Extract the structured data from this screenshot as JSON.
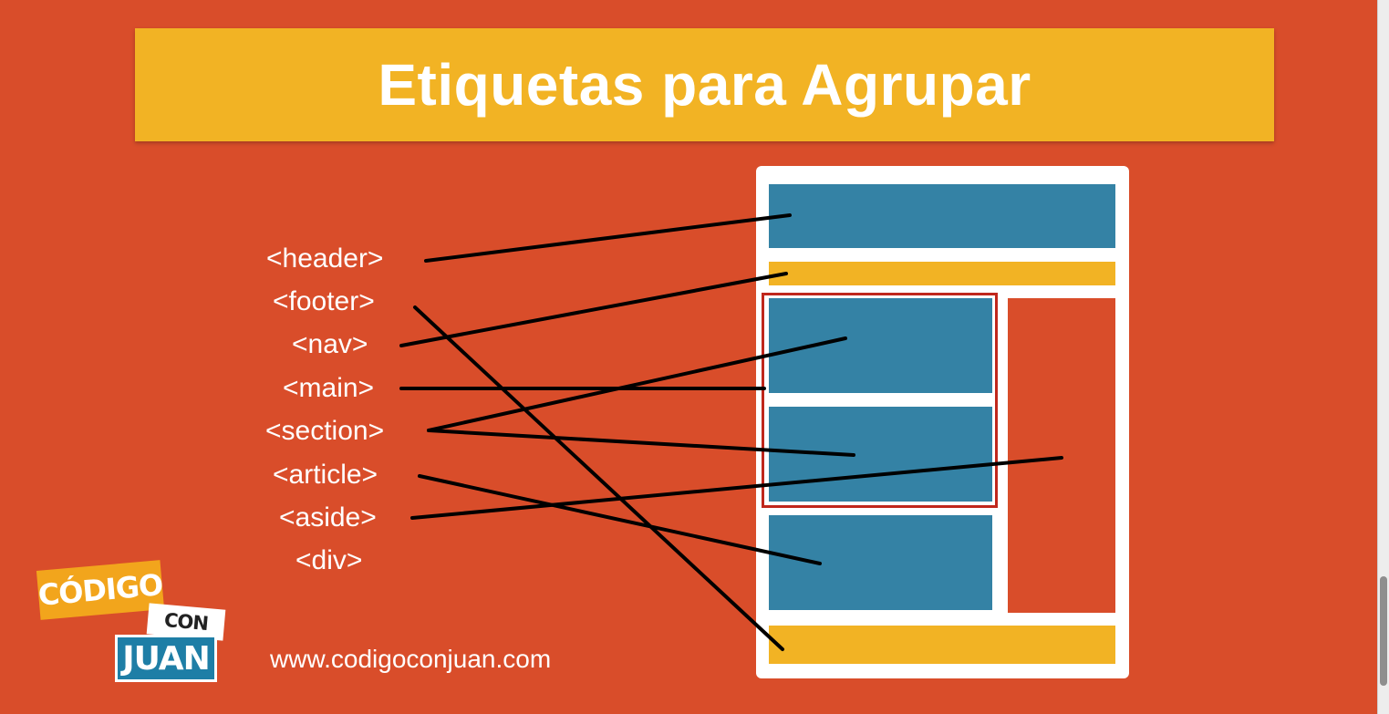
{
  "title": "Etiquetas para Agrupar",
  "tags": [
    {
      "name": "tag-header",
      "text": "<header>"
    },
    {
      "name": "tag-footer",
      "text": "<footer>"
    },
    {
      "name": "tag-nav",
      "text": "<nav>"
    },
    {
      "name": "tag-main",
      "text": "<main>"
    },
    {
      "name": "tag-section",
      "text": "<section>"
    },
    {
      "name": "tag-article",
      "text": "<article>"
    },
    {
      "name": "tag-aside",
      "text": "<aside>"
    },
    {
      "name": "tag-div",
      "text": "<div>"
    }
  ],
  "layout_blocks": [
    {
      "name": "header-block",
      "color": "#3482A5"
    },
    {
      "name": "nav-block",
      "color": "#F2B324"
    },
    {
      "name": "section-block-1",
      "color": "#3482A5"
    },
    {
      "name": "section-block-2",
      "color": "#3482A5"
    },
    {
      "name": "article-block",
      "color": "#3482A5"
    },
    {
      "name": "aside-block",
      "color": "#D94D2A"
    },
    {
      "name": "footer-block",
      "color": "#F2B324"
    }
  ],
  "main_outline_color": "#C0271C",
  "logo": {
    "codigo": "CÓDIGO",
    "con": "CON",
    "juan": "JUAN"
  },
  "website": "www.codigoconjuan.com",
  "colors": {
    "background": "#D94D2A",
    "banner": "#F2B324",
    "blue": "#3482A5",
    "white": "#FFFFFF",
    "line": "#000000"
  }
}
